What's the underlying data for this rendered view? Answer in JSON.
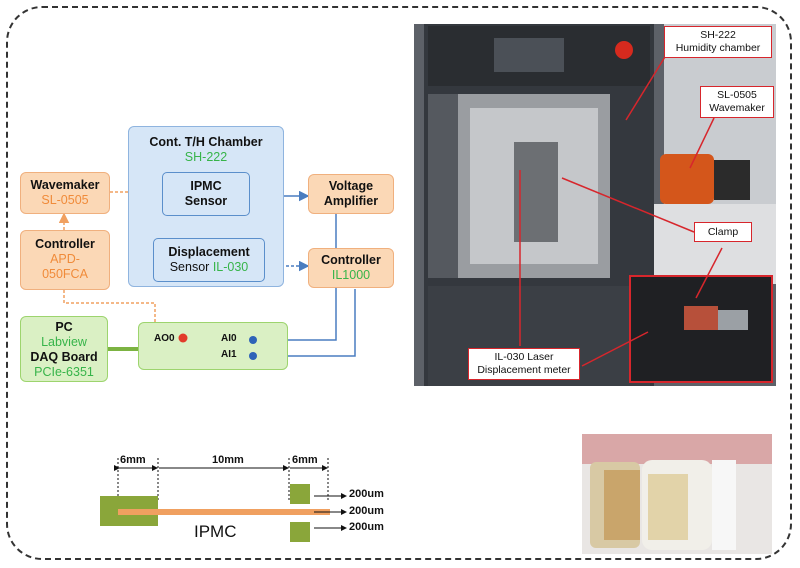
{
  "chamber": {
    "title": "Cont. T/H Chamber",
    "model": "SH-222"
  },
  "ipmc_sensor": {
    "line1": "IPMC",
    "line2": "Sensor"
  },
  "displacement": {
    "line1": "Displacement",
    "line2a": "Sensor ",
    "model": "IL-030"
  },
  "wavemaker": {
    "title": "Wavemaker",
    "model": "SL-0505"
  },
  "controller_left": {
    "title": "Controller",
    "model_line1": "APD-",
    "model_line2": "050FCA"
  },
  "voltage_amp": {
    "line1": "Voltage",
    "line2": "Amplifier"
  },
  "controller_right": {
    "title": "Controller",
    "model": "IL1000"
  },
  "pc": {
    "line1": "PC",
    "line2": "Labview",
    "line3": "DAQ Board",
    "line4": "PCIe-6351"
  },
  "daq_ports": {
    "ao0": "AO0",
    "ai0": "AI0",
    "ai1": "AI1"
  },
  "callouts": {
    "chamber_line1": "SH-222",
    "chamber_line2": "Humidity chamber",
    "wave_line1": "SL-0505",
    "wave_line2": "Wavemaker",
    "clamp": "Clamp",
    "laser_line1": "IL-030 Laser",
    "laser_line2": "Displacement meter"
  },
  "dimensions": {
    "left_width": "6mm",
    "middle_width": "10mm",
    "right_width": "6mm",
    "thickness_top": "200um",
    "thickness_mid": "200um",
    "thickness_bot": "200um",
    "label": "IPMC"
  },
  "colors": {
    "orange_fill": "#fbd8b6",
    "green_fill": "#daf0c4",
    "blue_fill": "#d6e6f7",
    "orange_arrow": "#f0a060",
    "blue_arrow": "#4a7dc0",
    "green_arrow": "#7cb342",
    "callout_border": "#d7262c"
  }
}
